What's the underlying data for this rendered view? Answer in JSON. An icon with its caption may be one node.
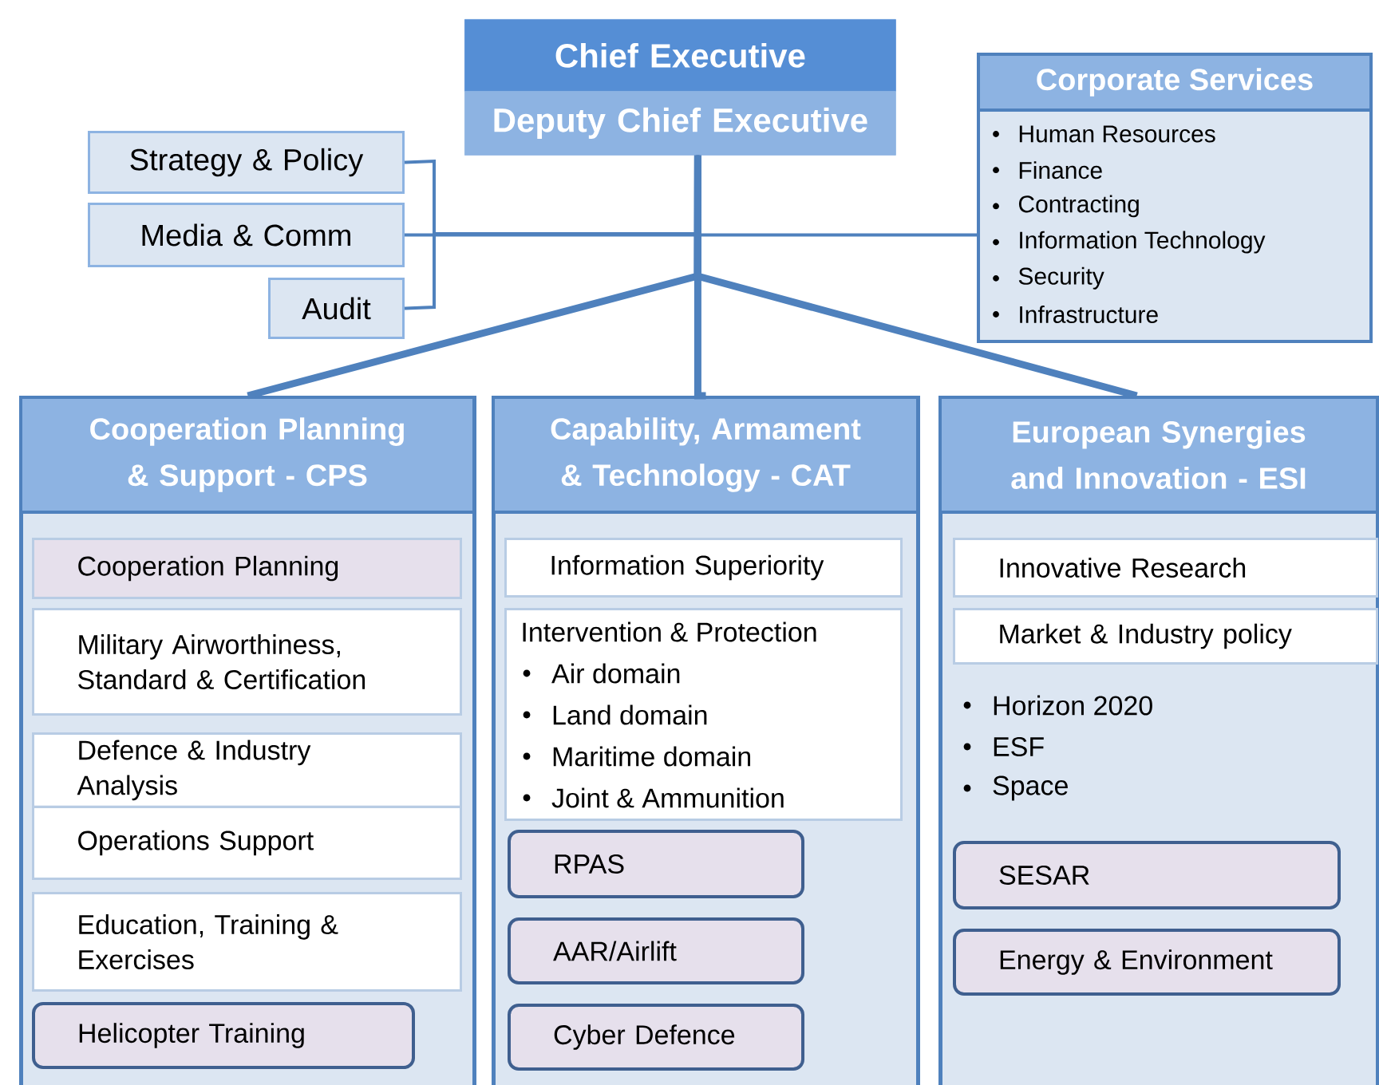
{
  "diagram": {
    "nodes": [
      {
        "text": [
          "Chief Executive"
        ]
      },
      {
        "text": [
          "Deputy Chief Executive"
        ]
      },
      {
        "text": [
          "Strategy & Policy"
        ]
      },
      {
        "text": [
          "Media & Comm"
        ]
      },
      {
        "text": [
          "Audit"
        ]
      },
      {
        "text": [
          "Corporate Services",
          "Human Resources",
          "Finance",
          "Contracting",
          "Information Technology",
          "Security",
          "Infrastructure"
        ]
      },
      {
        "text": [
          "Cooperation Planning & Support - CPS"
        ]
      },
      {
        "text": [
          "Cooperation Planning"
        ],
        "in": 6
      },
      {
        "text": [
          "Military Airworthiness, Standard & Certification"
        ],
        "in": 6
      },
      {
        "text": [
          "Defence & Industry Analysis"
        ],
        "in": 6
      },
      {
        "text": [
          "Operations Support"
        ],
        "in": 6
      },
      {
        "text": [
          "Education, Training & Exercises"
        ],
        "in": 6
      },
      {
        "text": [
          "Helicopter Training"
        ],
        "in": 6
      },
      {
        "text": [
          "Capability, Armament & Technology - CAT"
        ]
      },
      {
        "text": [
          "Information Superiority"
        ],
        "in": 13
      },
      {
        "text": [
          "Intervention & Protection",
          "Air domain",
          "Land domain",
          "Maritime domain",
          "Joint & Ammunition"
        ],
        "in": 13
      },
      {
        "text": [
          "RPAS"
        ],
        "in": 13
      },
      {
        "text": [
          "AAR/Airlift"
        ],
        "in": 13
      },
      {
        "text": [
          "Cyber Defence"
        ],
        "in": 13
      },
      {
        "text": [
          "European Synergies and Innovation - ESI",
          "Horizon 2020",
          "ESF",
          "Space"
        ]
      },
      {
        "text": [
          "Innovative Research"
        ],
        "in": 19
      },
      {
        "text": [
          "Market & Industry policy"
        ],
        "in": 19
      },
      {
        "text": [
          "SESAR"
        ],
        "in": 19
      },
      {
        "text": [
          "Energy & Environment"
        ],
        "in": 19
      }
    ],
    "edges": [
      {
        "from": 1,
        "to": 2,
        "arrow": "none"
      },
      {
        "from": 1,
        "to": 3,
        "arrow": "none"
      },
      {
        "from": 1,
        "to": 4,
        "arrow": "none"
      },
      {
        "from": 1,
        "to": 5,
        "arrow": "none"
      },
      {
        "from": 1,
        "to": 6,
        "arrow": "none",
        "style": "thick"
      },
      {
        "from": 1,
        "to": 13,
        "arrow": "none",
        "style": "thick"
      },
      {
        "from": 1,
        "to": 19,
        "arrow": "none",
        "style": "thick"
      }
    ]
  }
}
